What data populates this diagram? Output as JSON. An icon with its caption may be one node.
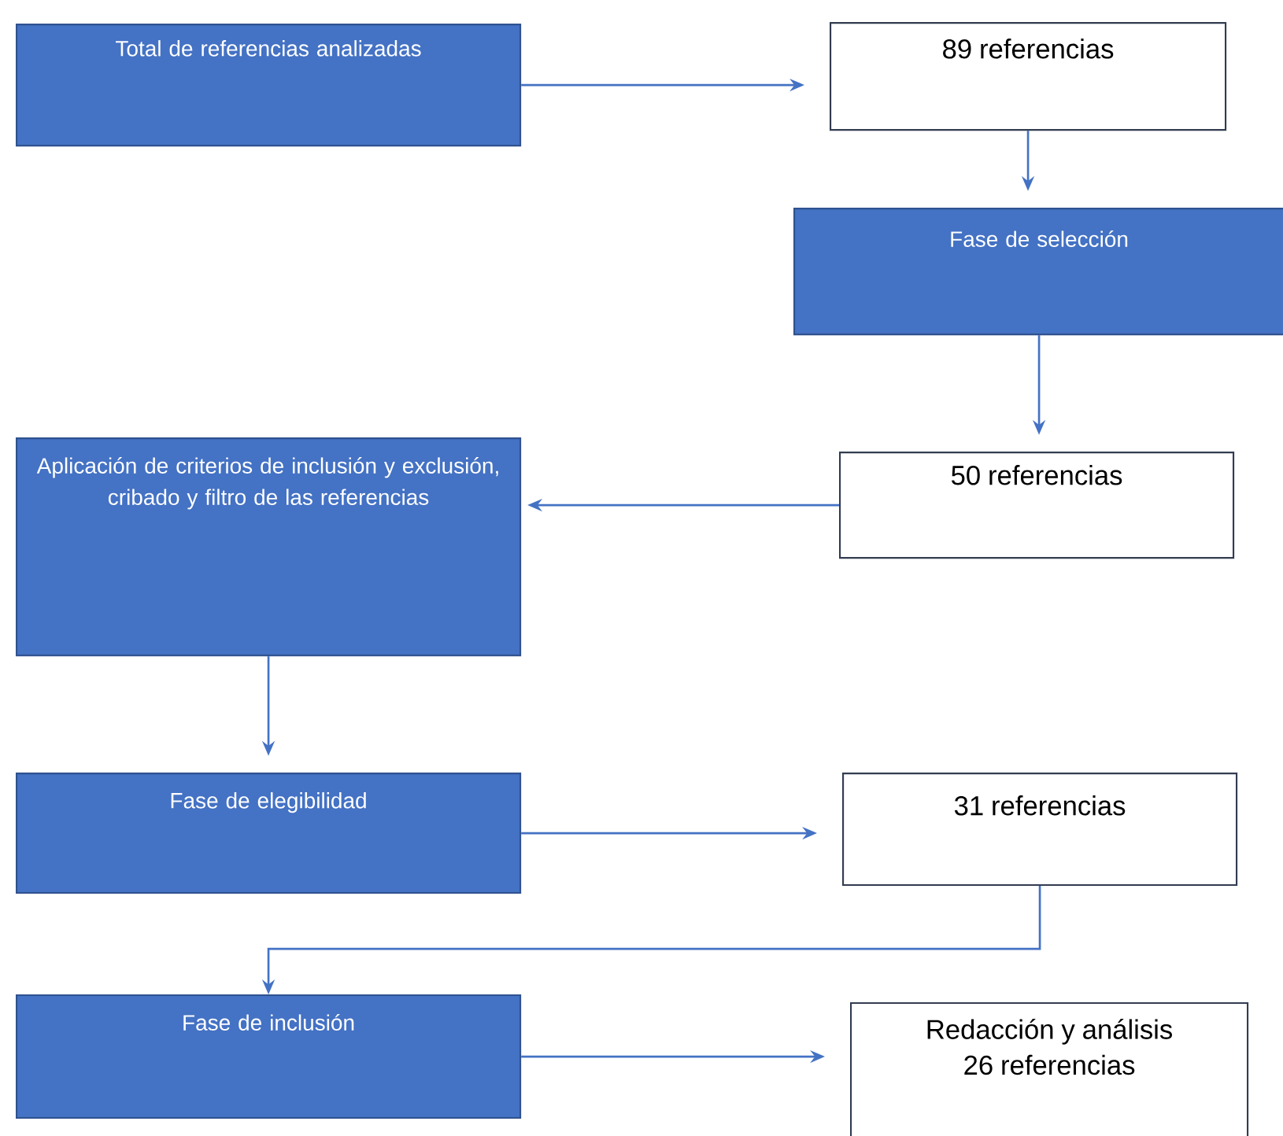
{
  "diagram": {
    "nodes": [
      {
        "text": [
          "Total de referencias analizadas"
        ]
      },
      {
        "text": [
          "89 referencias"
        ]
      },
      {
        "text": [
          "Fase de selección"
        ]
      },
      {
        "text": [
          "50 referencias"
        ]
      },
      {
        "text": [
          "Aplicación de criterios de inclusión y exclusión, cribado y filtro de las referencias"
        ]
      },
      {
        "text": [
          "Fase de elegibilidad"
        ]
      },
      {
        "text": [
          "31 referencias"
        ]
      },
      {
        "text": [
          "Fase de inclusión"
        ]
      },
      {
        "text": [
          "Redacción y análisis",
          "26 referencias"
        ]
      }
    ],
    "edges": [
      {
        "from": 0,
        "to": 1,
        "arrow": "to"
      },
      {
        "from": 1,
        "to": 2,
        "arrow": "to"
      },
      {
        "from": 2,
        "to": 3,
        "arrow": "to"
      },
      {
        "from": 3,
        "to": 4,
        "arrow": "to"
      },
      {
        "from": 4,
        "to": 5,
        "arrow": "to"
      },
      {
        "from": 5,
        "to": 6,
        "arrow": "to"
      },
      {
        "from": 6,
        "to": 7,
        "arrow": "to"
      },
      {
        "from": 7,
        "to": 8,
        "arrow": "to"
      }
    ]
  }
}
